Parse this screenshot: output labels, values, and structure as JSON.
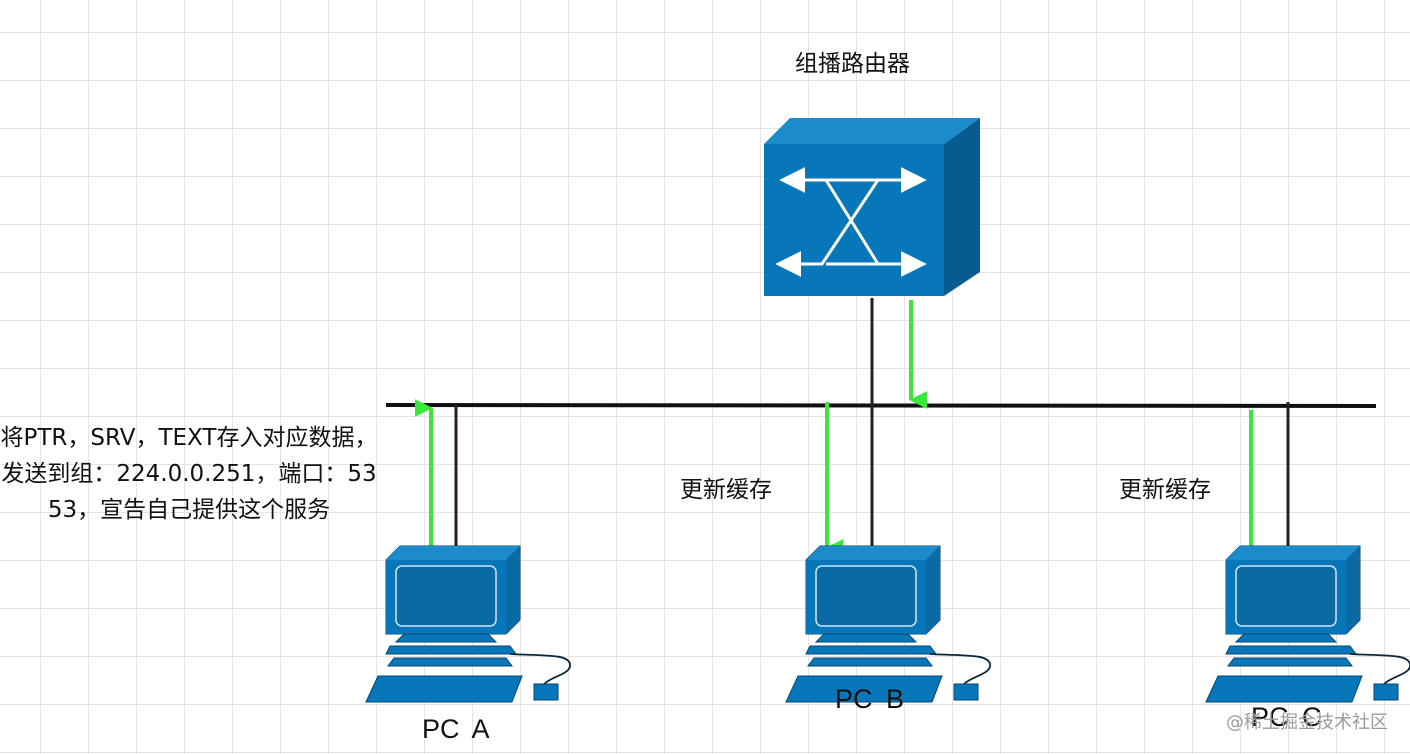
{
  "router": {
    "label": "组播路由器"
  },
  "pcs": [
    {
      "id": "a",
      "label": "PC  A"
    },
    {
      "id": "b",
      "label": "PC  B"
    },
    {
      "id": "c",
      "label": "PC  C"
    }
  ],
  "notes": {
    "pc_a": "将PTR，SRV，TEXT存入对应数据，发送到组：224.0.0.251，端口：5353，宣告自己提供这个服务",
    "pc_b": "更新缓存",
    "pc_c": "更新缓存"
  },
  "watermark": "@稀土掘金技术社区",
  "colors": {
    "device": "#0877b9",
    "device_dark": "#065c8f",
    "arrow": "#3ae83a",
    "wire": "#111111"
  }
}
